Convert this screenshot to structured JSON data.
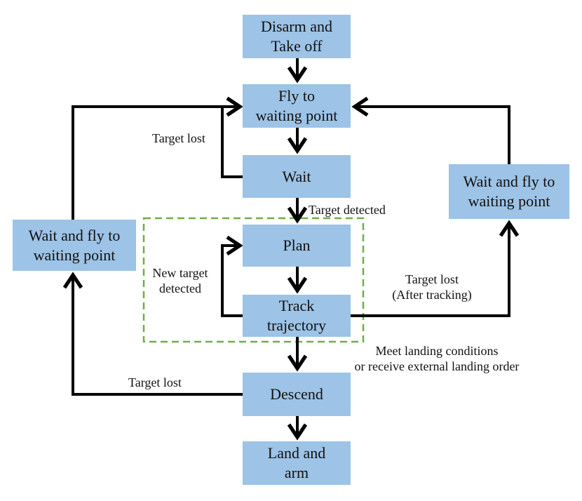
{
  "nodes": {
    "disarm": {
      "line1": "Disarm and",
      "line2": "Take off"
    },
    "fly_to_waiting": {
      "line1": "Fly to",
      "line2": "waiting point"
    },
    "wait": {
      "line1": "Wait"
    },
    "plan": {
      "line1": "Plan"
    },
    "track": {
      "line1": "Track",
      "line2": "trajectory"
    },
    "descend": {
      "line1": "Descend"
    },
    "land": {
      "line1": "Land and",
      "line2": "arm"
    },
    "wait_fly_left": {
      "line1": "Wait and fly to",
      "line2": "waiting point"
    },
    "wait_fly_right": {
      "line1": "Wait and fly to",
      "line2": "waiting point"
    }
  },
  "edge_labels": {
    "target_lost_wait": "Target lost",
    "target_detected": "Target detected",
    "new_target_line1": "New target",
    "new_target_line2": "detected",
    "target_lost_tracking_line1": "Target lost",
    "target_lost_tracking_line2": "(After tracking)",
    "landing_line1": "Meet landing conditions",
    "landing_line2": "or receive external landing order",
    "target_lost_descend": "Target lost"
  },
  "colors": {
    "node_fill": "#9dc3e6",
    "arrow": "#000000",
    "region_dash": "#70ad47"
  }
}
